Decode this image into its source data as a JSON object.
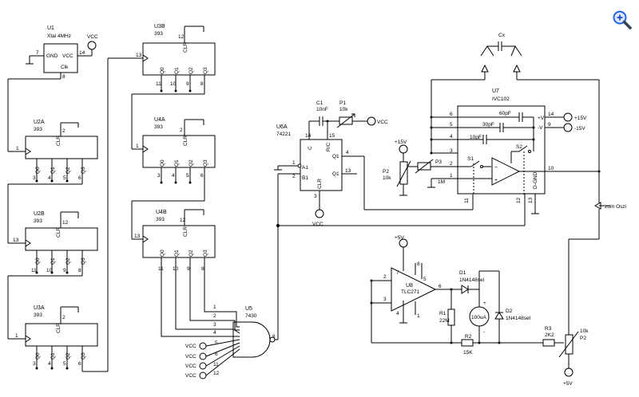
{
  "components": {
    "U1": {
      "ref": "U1",
      "value": "Xtal 4MHz",
      "gnd": "GND",
      "vcc": "VCC",
      "clk": "Clk",
      "pin_gnd": "7",
      "pin_vcc": "14",
      "pin_out": "8",
      "supply": "VCC"
    },
    "U2A": {
      "ref": "U2A",
      "value": "393",
      "clr": "CLR",
      "pin_clk": "1",
      "pin_clr": "2",
      "outs": [
        "Q0",
        "Q1",
        "Q2",
        "Q3"
      ],
      "out_pins": [
        "3",
        "4",
        "5",
        "6"
      ]
    },
    "U2B": {
      "ref": "U2B",
      "value": "393",
      "clr": "CLR",
      "pin_clk": "13",
      "pin_clr": "12",
      "outs": [
        "Q0",
        "Q1",
        "Q2",
        "Q3"
      ],
      "out_pins": [
        "11",
        "10",
        "9",
        "8"
      ]
    },
    "U3A": {
      "ref": "U3A",
      "value": "393",
      "clr": "CLR",
      "pin_clk": "1",
      "pin_clr": "2",
      "outs": [
        "Q0",
        "Q1",
        "Q2",
        "Q3"
      ],
      "out_pins": [
        "3",
        "4",
        "5",
        "6"
      ]
    },
    "U3B": {
      "ref": "U3B",
      "value": "393",
      "clr": "CLR",
      "pin_clk": "13",
      "pin_clr": "12",
      "outs": [
        "Q0",
        "Q1",
        "Q2",
        "Q3"
      ],
      "out_pins": [
        "11",
        "10",
        "9",
        "8"
      ]
    },
    "U4A": {
      "ref": "U4A",
      "value": "393",
      "clr": "CLR",
      "pin_clk": "1",
      "pin_clr": "2",
      "outs": [
        "Q0",
        "Q1",
        "Q2",
        "Q3"
      ],
      "out_pins": [
        "3",
        "4",
        "5",
        "6"
      ]
    },
    "U4B": {
      "ref": "U4B",
      "value": "393",
      "clr": "CLR",
      "pin_clk": "13",
      "pin_clr": "12",
      "outs": [
        "Q0",
        "Q1",
        "Q2",
        "Q3"
      ],
      "out_pins": [
        "11",
        "10",
        "9",
        "8"
      ]
    },
    "U5": {
      "ref": "U5",
      "value": "7430",
      "pins": [
        "1",
        "2",
        "3",
        "4",
        "5",
        "6",
        "11",
        "12"
      ],
      "out_pin": "8",
      "vcc": "VCC"
    },
    "U6A": {
      "ref": "U6A",
      "value": "74221",
      "pins": {
        "a1": "A1",
        "b1": "B1",
        "q1": "Q1",
        "nq1": "Q1",
        "clr": "CLR",
        "c": "C",
        "rc": "R/C"
      },
      "pin_nums": {
        "p1": "1",
        "p2": "2",
        "p3": "3",
        "p4": "4",
        "p13": "13",
        "p14": "14",
        "p15": "15"
      },
      "supply": "VCC"
    },
    "U7": {
      "ref": "U7",
      "value": "IVC102",
      "plus_v": "+V",
      "minus_v": "-V",
      "dgnd": "D-GND",
      "cap1": "60pF",
      "cap2": "30pF",
      "cap3": "10pF",
      "s1": "S1",
      "s2": "S2",
      "pins": [
        "6",
        "5",
        "4",
        "3",
        "2",
        "1",
        "14",
        "9",
        "10",
        "11",
        "12",
        "13"
      ]
    },
    "U8": {
      "ref": "U8",
      "value": "TLC271",
      "pins": [
        "2",
        "3",
        "6",
        "7",
        "4",
        "8",
        "5",
        "1"
      ]
    },
    "C1": {
      "ref": "C1",
      "value": "10nF"
    },
    "P1": {
      "ref": "P1",
      "value": "10k"
    },
    "P2": {
      "ref": "P2",
      "value": "10k"
    },
    "P3": {
      "ref": "P3",
      "value": "1M"
    },
    "P2b": {
      "ref": "P2",
      "value": "10k"
    },
    "R1": {
      "ref": "R1",
      "value": "22M"
    },
    "R2": {
      "ref": "R2",
      "value": "15K"
    },
    "R3": {
      "ref": "R3",
      "value": "2K2"
    },
    "D1": {
      "ref": "D1",
      "value": "1N4148sel"
    },
    "D2": {
      "ref": "D2",
      "value": "1N4148sel"
    },
    "M1": {
      "value": "100uA",
      "plus": "+",
      "minus": "-"
    },
    "Cx": {
      "ref": "Cx"
    }
  },
  "nets": {
    "vcc": "VCC",
    "p15v": "+15V",
    "m15v": "-15V",
    "p5v": "+5V",
    "zum_oszi": "zum Oszi"
  },
  "icons": {
    "zoom": "magnifier-plus-icon"
  }
}
